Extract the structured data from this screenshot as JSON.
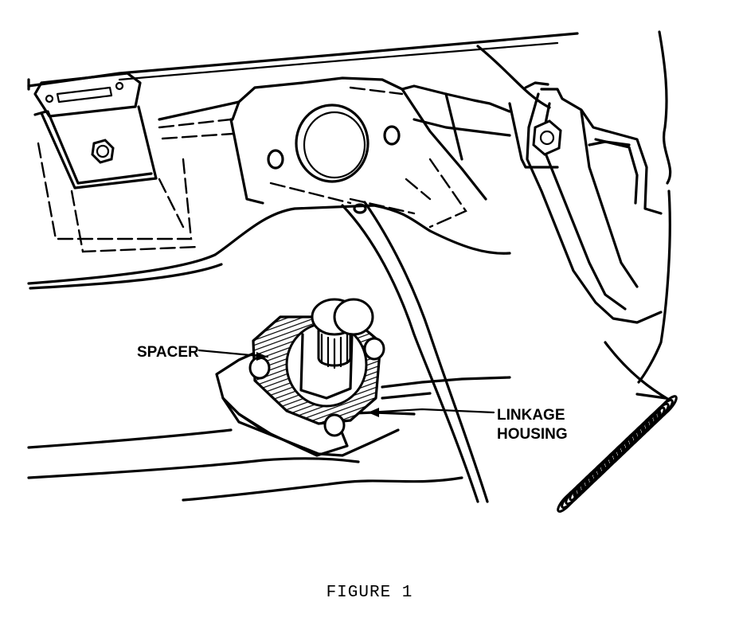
{
  "figure": {
    "caption": "FIGURE 1",
    "labels": {
      "spacer": "SPACER",
      "linkage_line1": "LINKAGE",
      "linkage_line2": "HOUSING"
    }
  }
}
